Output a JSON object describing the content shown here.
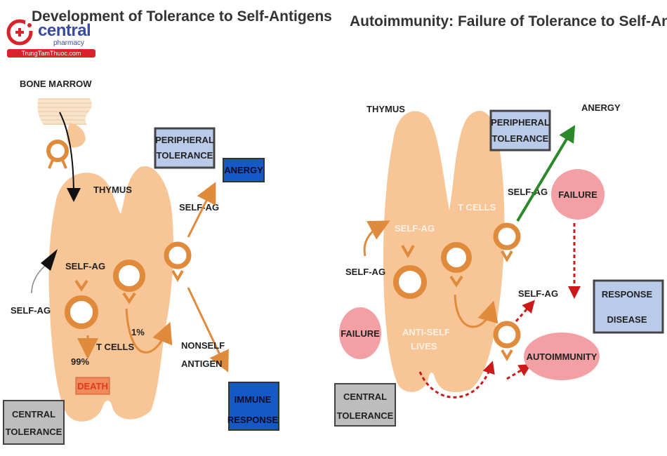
{
  "left_panel": {
    "title": "Development of Tolerance to Self-Antigens",
    "labels": {
      "bone_marrow": "BONE MARROW",
      "thymus": "THYMUS",
      "self_ag_inside": "SELF-AG",
      "self_ag_outside": "SELF-AG",
      "self_ag_periphery": "SELF-AG",
      "t_cells": "T CELLS",
      "percent_death": "99%",
      "percent_survive": "1%",
      "nonself_line1": "NONSELF",
      "nonself_line2": "ANTIGEN"
    },
    "boxes": {
      "peripheral_line1": "PERIPHERAL",
      "peripheral_line2": "TOLERANCE",
      "anergy": "ANERGY",
      "death": "DEATH",
      "central_line1": "CENTRAL",
      "central_line2": "TOLERANCE",
      "immune_line1": "IMMUNE",
      "immune_line2": "RESPONSE"
    }
  },
  "right_panel": {
    "title": "Autoimmunity: Failure of Tolerance to Self-Antigens",
    "labels": {
      "thymus": "THYMUS",
      "anergy": "ANERGY",
      "self_ag_outside": "SELF-AG",
      "self_ag_inside": "SELF-AG",
      "t_cells": "T CELLS",
      "self_ag_periphery": "SELF-AG",
      "self_ag_lower": "SELF-AG",
      "anti_self_line1": "ANTI-SELF",
      "anti_self_line2": "LIVES"
    },
    "boxes": {
      "peripheral_line1": "PERIPHERAL",
      "peripheral_line2": "TOLERANCE",
      "response_line1": "RESPONSE",
      "response_line2": "DISEASE",
      "central_line1": "CENTRAL",
      "central_line2": "TOLERANCE"
    },
    "ovals": {
      "failure_top": "FAILURE",
      "failure_left": "FAILURE",
      "autoimmunity": "AUTOIMMUNITY"
    }
  },
  "logo": {
    "brand": "central",
    "sub": "pharmacy",
    "site": "TrungTamThuoc.com"
  },
  "colors": {
    "thymus": "#f7c596",
    "cell": "#e08a3c",
    "peripheral_box": "#b9cbe8",
    "blue_box": "#1559c7",
    "gray_box": "#bdbdbd",
    "death_box": "#f08a5a",
    "death_text": "#e03a1a",
    "pink_oval": "#f2a0a4",
    "green_arrow": "#2a8a2a",
    "red_arrow": "#cc1a1a",
    "brand_blue": "#3a4aa0",
    "brand_red": "#d8232a"
  }
}
